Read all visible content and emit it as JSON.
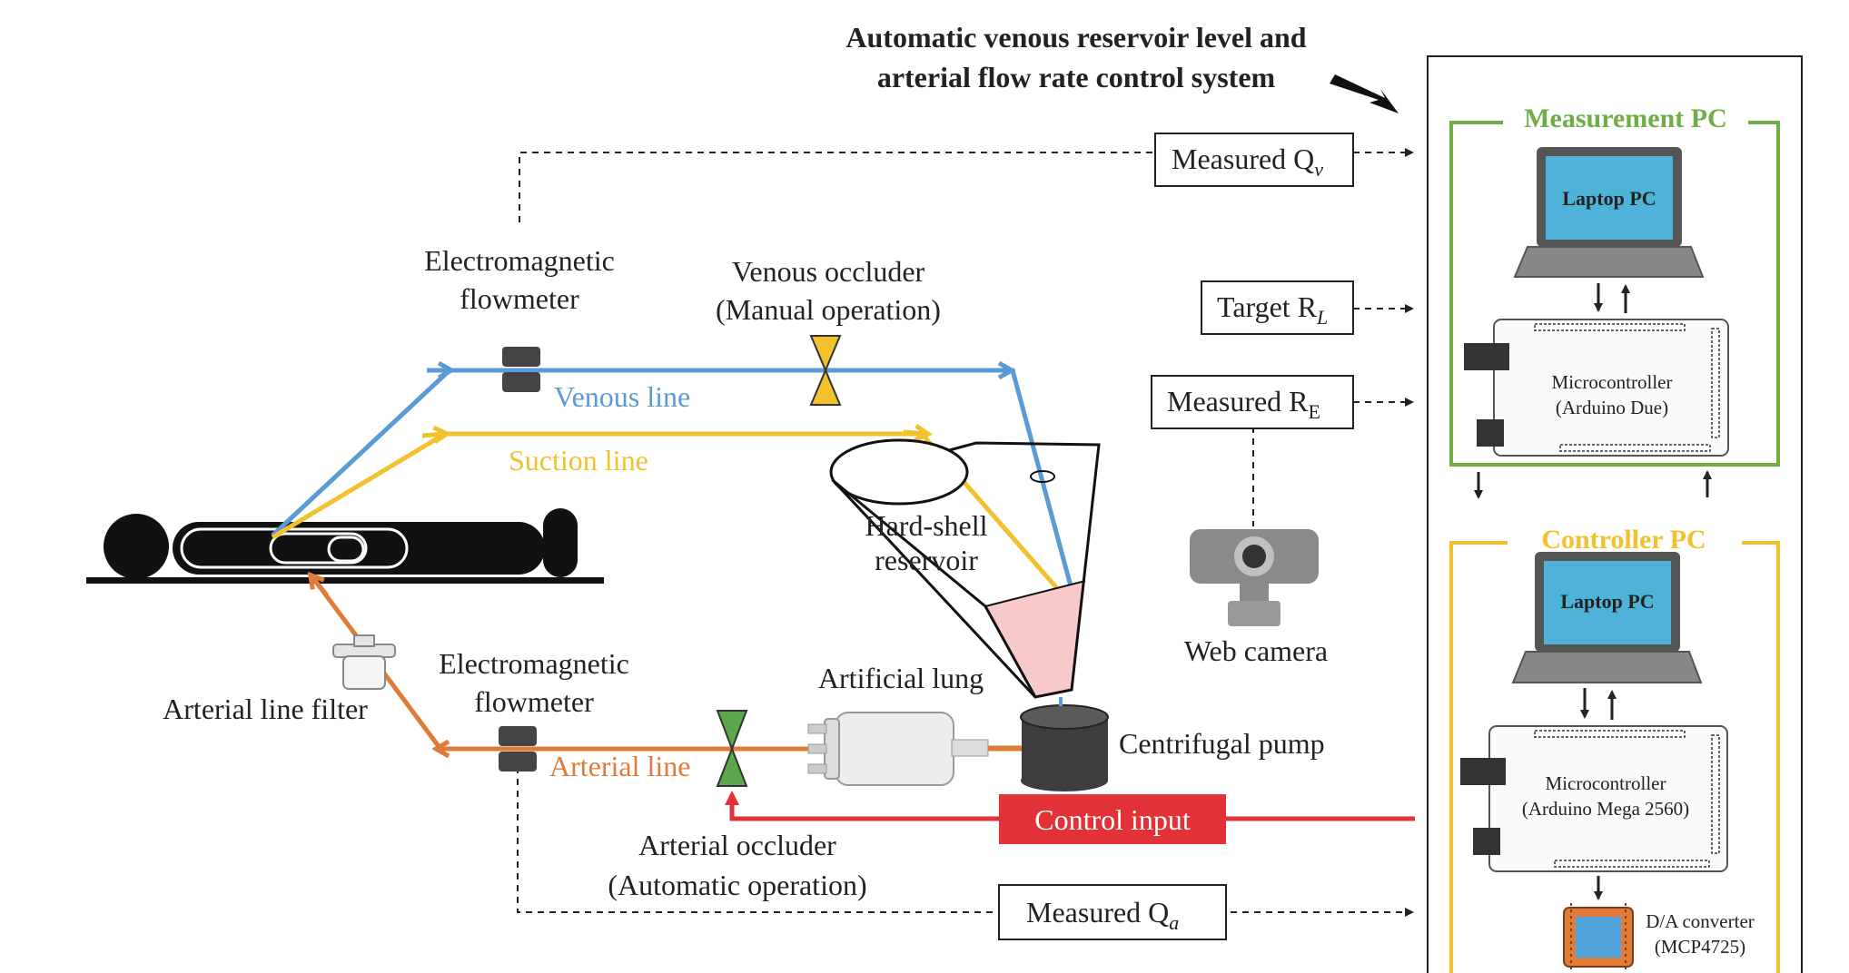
{
  "title": {
    "line1": "Automatic venous reservoir level and",
    "line2": "arterial flow rate control system"
  },
  "labels": {
    "measured_qv": "Measured Q",
    "measured_qv_sub": "v",
    "target_rl": "Target R",
    "target_rl_sub": "L",
    "measured_re": "Measured R",
    "measured_re_sub": "E",
    "measured_qa": "Measured Q",
    "measured_qa_sub": "a",
    "em_flowmeter_top_1": "Electromagnetic",
    "em_flowmeter_top_2": "flowmeter",
    "em_flowmeter_bot_1": "Electromagnetic",
    "em_flowmeter_bot_2": "flowmeter",
    "venous_occluder_1": "Venous occluder",
    "venous_occluder_2": "(Manual operation)",
    "venous_line": "Venous line",
    "suction_line": "Suction line",
    "hard_shell_1": "Hard-shell",
    "hard_shell_2": "reservoir",
    "web_camera": "Web camera",
    "artificial_lung": "Artificial lung",
    "centrifugal_pump": "Centrifugal pump",
    "arterial_line": "Arterial line",
    "arterial_filter": "Arterial line filter",
    "arterial_occluder_1": "Arterial occluder",
    "arterial_occluder_2": "(Automatic operation)",
    "control_input": "Control input"
  },
  "measurement_pc": {
    "title": "Measurement PC",
    "laptop": "Laptop PC",
    "mcu_1": "Microcontroller",
    "mcu_2": "(Arduino Due)"
  },
  "controller_pc": {
    "title": "Controller PC",
    "laptop": "Laptop PC",
    "mcu_1": "Microcontroller",
    "mcu_2": "(Arduino Mega 2560)",
    "dac_1": "D/A converter",
    "dac_2": "(MCP4725)"
  },
  "colors": {
    "venous": "#5b9bd5",
    "suction": "#f2c12e",
    "arterial": "#e07b39",
    "control": "#e23237",
    "measurement_box": "#70ad47",
    "controller_box": "#f2c12e",
    "screen": "#4fb3d9"
  }
}
